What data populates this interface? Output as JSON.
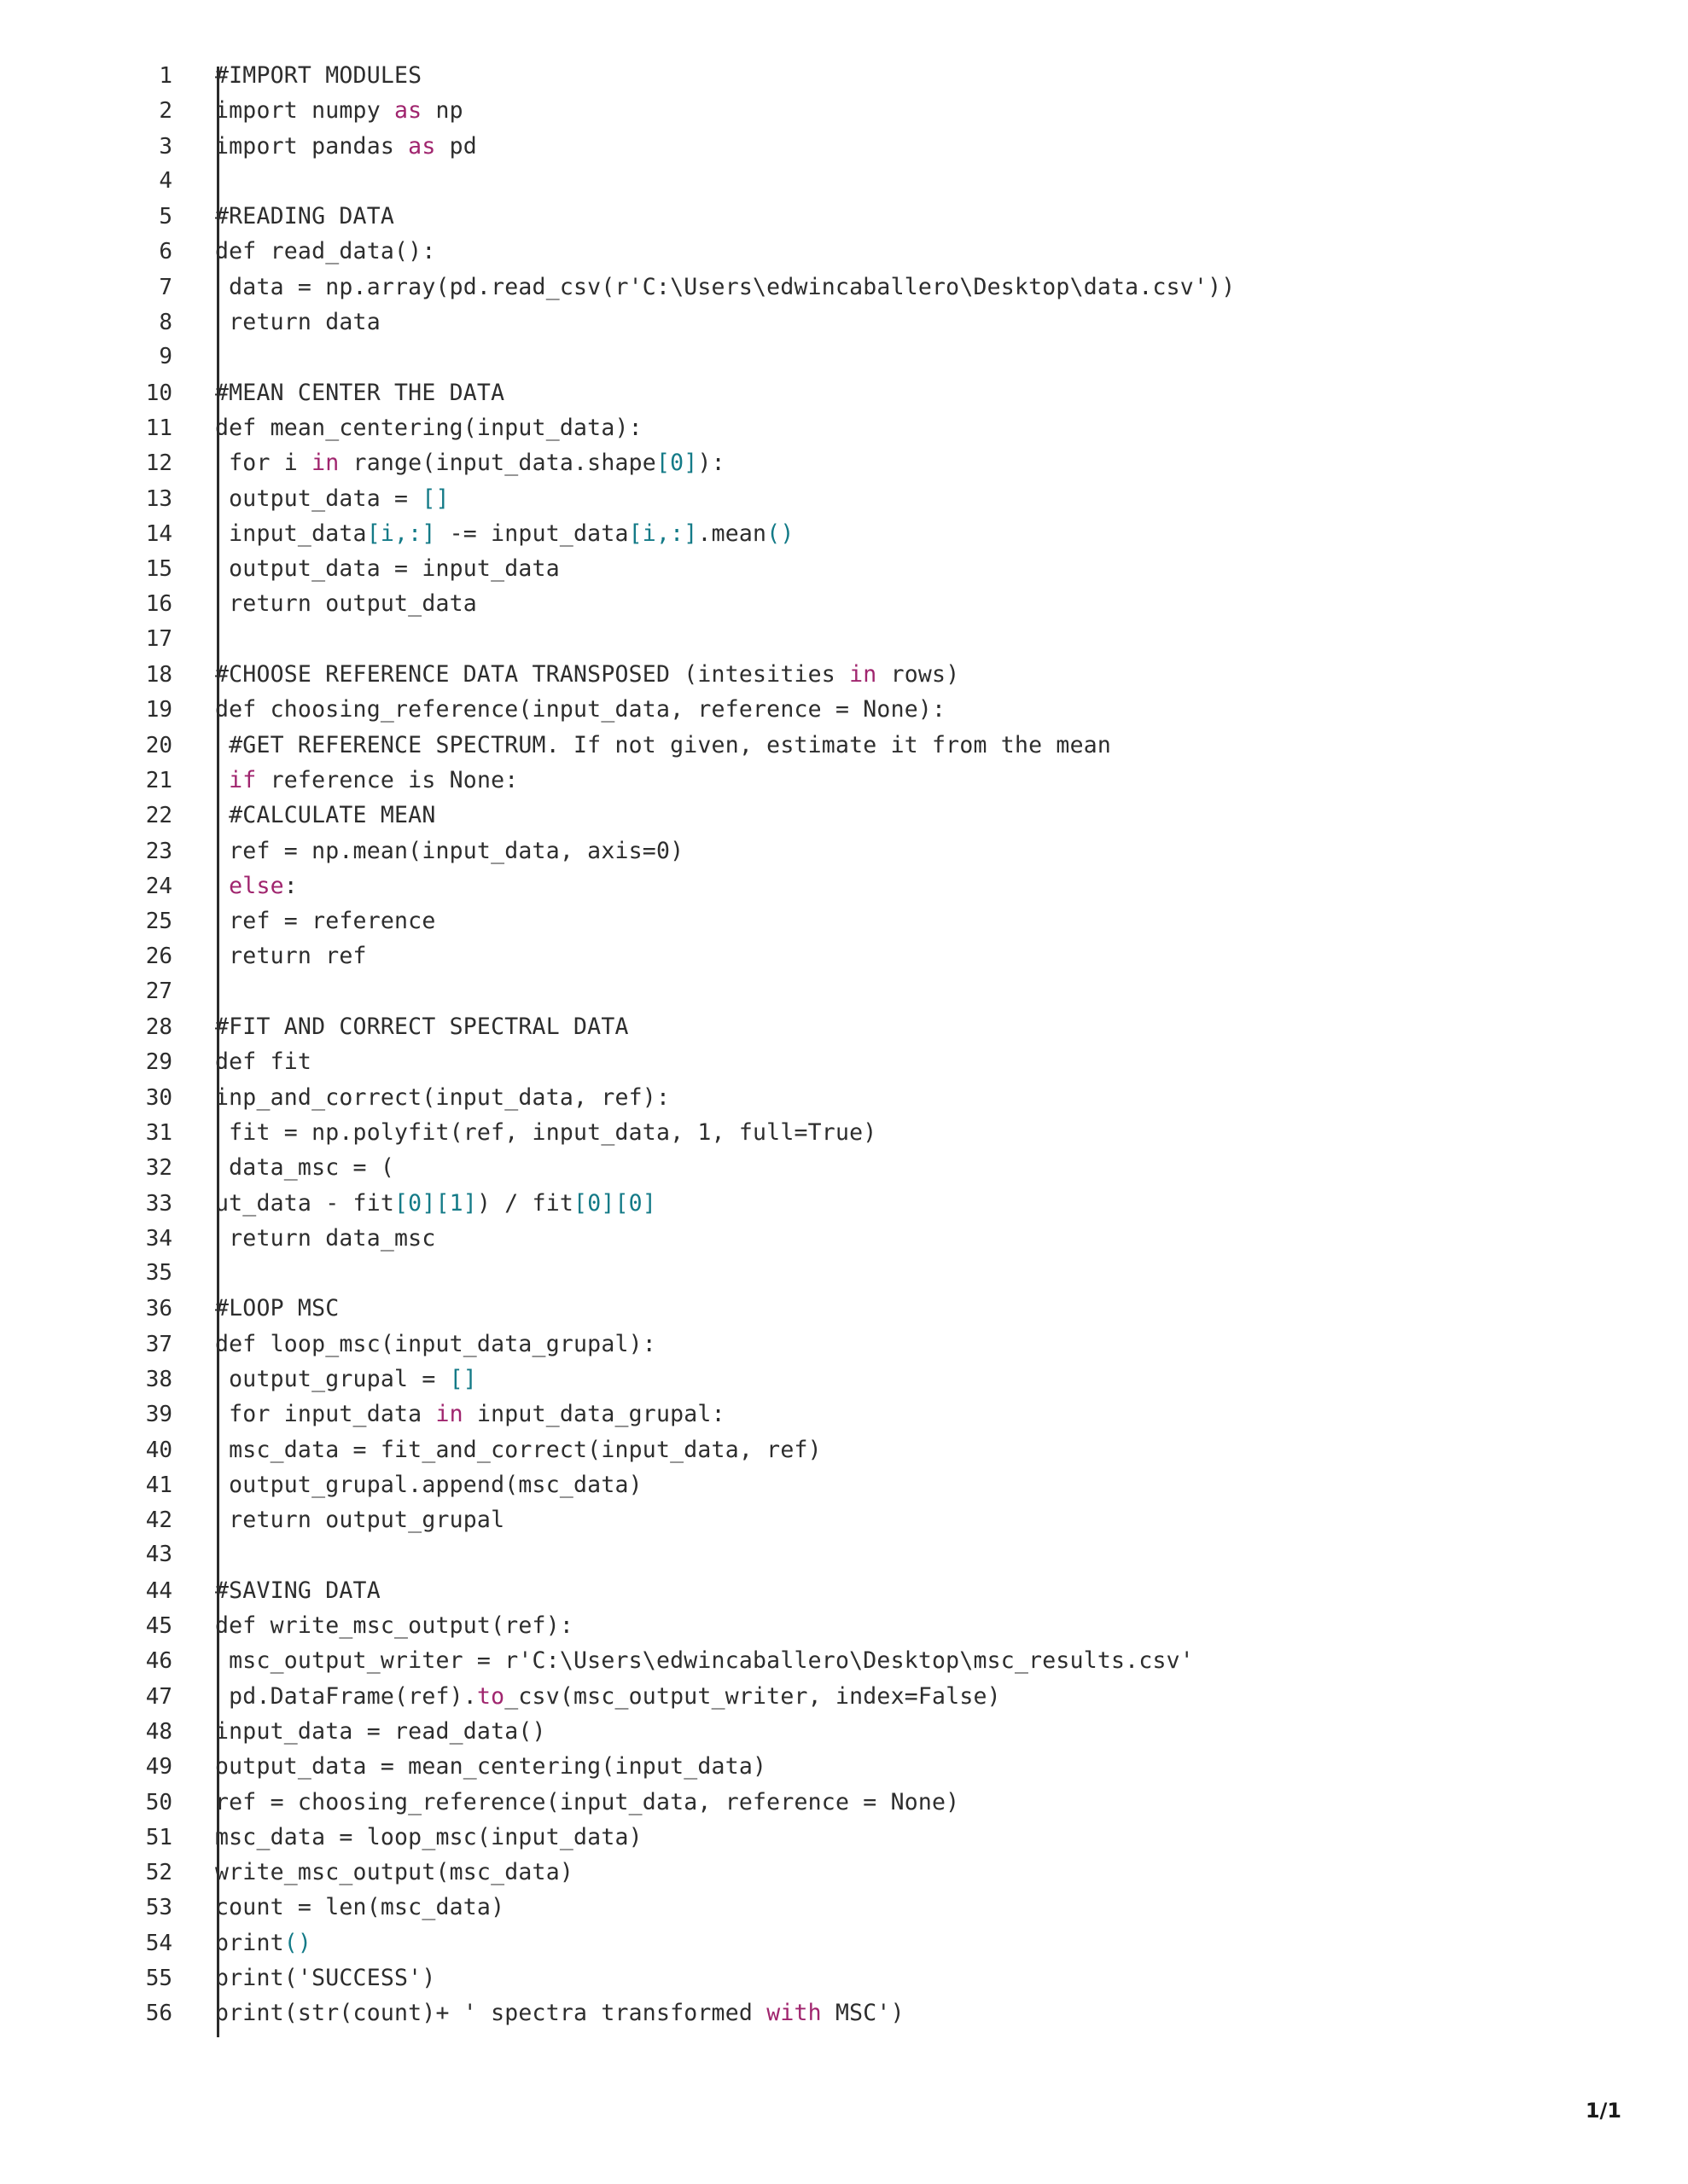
{
  "document": {
    "type": "python-source-listing",
    "page_indicator": "1/1",
    "total_lines": 56,
    "colors": {
      "background": "#ffffff",
      "text": "#2d2d2d",
      "keyword": "#a0256e",
      "number_bracket": "#137a87",
      "gutter_rule": "#2b2b2b",
      "line_number": "#2c2c2c"
    }
  },
  "code": {
    "lines": [
      {
        "n": "1",
        "tokens": [
          {
            "t": "#IMPORT MODULES",
            "c": "plain"
          }
        ]
      },
      {
        "n": "2",
        "tokens": [
          {
            "t": "import numpy ",
            "c": "plain"
          },
          {
            "t": "as",
            "c": "kw"
          },
          {
            "t": " np",
            "c": "plain"
          }
        ]
      },
      {
        "n": "3",
        "tokens": [
          {
            "t": "import pandas ",
            "c": "plain"
          },
          {
            "t": "as",
            "c": "kw"
          },
          {
            "t": " pd",
            "c": "plain"
          }
        ]
      },
      {
        "n": "4",
        "tokens": []
      },
      {
        "n": "5",
        "tokens": [
          {
            "t": "#READING DATA",
            "c": "plain"
          }
        ]
      },
      {
        "n": "6",
        "tokens": [
          {
            "t": "def read_data():",
            "c": "plain"
          }
        ]
      },
      {
        "n": "7",
        "tokens": [
          {
            "t": " data = np.array(pd.read_csv(r'C:\\Users\\edwincaballero\\Desktop\\data.csv'))",
            "c": "plain"
          }
        ]
      },
      {
        "n": "8",
        "tokens": [
          {
            "t": " return data",
            "c": "plain"
          }
        ]
      },
      {
        "n": "9",
        "tokens": []
      },
      {
        "n": "10",
        "tokens": [
          {
            "t": "#MEAN CENTER THE DATA",
            "c": "plain"
          }
        ]
      },
      {
        "n": "11",
        "tokens": [
          {
            "t": "def mean_centering(input_data):",
            "c": "plain"
          }
        ]
      },
      {
        "n": "12",
        "tokens": [
          {
            "t": " for i ",
            "c": "plain"
          },
          {
            "t": "in",
            "c": "kw"
          },
          {
            "t": " range(input_data.shape",
            "c": "plain"
          },
          {
            "t": "[0]",
            "c": "num"
          },
          {
            "t": "):",
            "c": "plain"
          }
        ]
      },
      {
        "n": "13",
        "tokens": [
          {
            "t": " output_data = ",
            "c": "plain"
          },
          {
            "t": "[]",
            "c": "num"
          }
        ]
      },
      {
        "n": "14",
        "tokens": [
          {
            "t": " input_data",
            "c": "plain"
          },
          {
            "t": "[i,:]",
            "c": "num"
          },
          {
            "t": " -= input_data",
            "c": "plain"
          },
          {
            "t": "[i,:]",
            "c": "num"
          },
          {
            "t": ".mean",
            "c": "plain"
          },
          {
            "t": "()",
            "c": "num"
          }
        ]
      },
      {
        "n": "15",
        "tokens": [
          {
            "t": " output_data = input_data",
            "c": "plain"
          }
        ]
      },
      {
        "n": "16",
        "tokens": [
          {
            "t": " return output_data",
            "c": "plain"
          }
        ]
      },
      {
        "n": "17",
        "tokens": []
      },
      {
        "n": "18",
        "tokens": [
          {
            "t": "#CHOOSE REFERENCE DATA TRANSPOSED (intesities ",
            "c": "plain"
          },
          {
            "t": "in",
            "c": "kw"
          },
          {
            "t": " rows)",
            "c": "plain"
          }
        ]
      },
      {
        "n": "19",
        "tokens": [
          {
            "t": "def choosing_reference(input_data, reference = None):",
            "c": "plain"
          }
        ]
      },
      {
        "n": "20",
        "tokens": [
          {
            "t": " #GET REFERENCE SPECTRUM. If not given, estimate it from the mean",
            "c": "plain"
          }
        ]
      },
      {
        "n": "21",
        "tokens": [
          {
            "t": " ",
            "c": "plain"
          },
          {
            "t": "if",
            "c": "kw"
          },
          {
            "t": " reference is None:",
            "c": "plain"
          }
        ]
      },
      {
        "n": "22",
        "tokens": [
          {
            "t": " #CALCULATE MEAN",
            "c": "plain"
          }
        ]
      },
      {
        "n": "23",
        "tokens": [
          {
            "t": " ref = np.mean(input_data, axis=0)",
            "c": "plain"
          }
        ]
      },
      {
        "n": "24",
        "tokens": [
          {
            "t": " ",
            "c": "plain"
          },
          {
            "t": "else",
            "c": "kw"
          },
          {
            "t": ":",
            "c": "plain"
          }
        ]
      },
      {
        "n": "25",
        "tokens": [
          {
            "t": " ref = reference",
            "c": "plain"
          }
        ]
      },
      {
        "n": "26",
        "tokens": [
          {
            "t": " return ref",
            "c": "plain"
          }
        ]
      },
      {
        "n": "27",
        "tokens": []
      },
      {
        "n": "28",
        "tokens": [
          {
            "t": "#FIT AND CORRECT SPECTRAL DATA",
            "c": "plain"
          }
        ]
      },
      {
        "n": "29",
        "tokens": [
          {
            "t": "def fit",
            "c": "plain"
          }
        ]
      },
      {
        "n": "30",
        "tokens": [
          {
            "t": "inp_and_correct(input_data, ref):",
            "c": "plain"
          }
        ]
      },
      {
        "n": "31",
        "tokens": [
          {
            "t": " fit = np.polyfit(ref, input_data, 1, full=True)",
            "c": "plain"
          }
        ]
      },
      {
        "n": "32",
        "tokens": [
          {
            "t": " data_msc = (",
            "c": "plain"
          }
        ]
      },
      {
        "n": "33",
        "tokens": [
          {
            "t": "ut_data - fit",
            "c": "plain"
          },
          {
            "t": "[0][1]",
            "c": "num"
          },
          {
            "t": ") / fit",
            "c": "plain"
          },
          {
            "t": "[0][0]",
            "c": "num"
          }
        ]
      },
      {
        "n": "34",
        "tokens": [
          {
            "t": " return data_msc",
            "c": "plain"
          }
        ]
      },
      {
        "n": "35",
        "tokens": []
      },
      {
        "n": "36",
        "tokens": [
          {
            "t": "#LOOP MSC",
            "c": "plain"
          }
        ]
      },
      {
        "n": "37",
        "tokens": [
          {
            "t": "def loop_msc(input_data_grupal):",
            "c": "plain"
          }
        ]
      },
      {
        "n": "38",
        "tokens": [
          {
            "t": " output_grupal = ",
            "c": "plain"
          },
          {
            "t": "[]",
            "c": "num"
          }
        ]
      },
      {
        "n": "39",
        "tokens": [
          {
            "t": " for input_data ",
            "c": "plain"
          },
          {
            "t": "in",
            "c": "kw"
          },
          {
            "t": " input_data_grupal:",
            "c": "plain"
          }
        ]
      },
      {
        "n": "40",
        "tokens": [
          {
            "t": " msc_data = fit_and_correct(input_data, ref)",
            "c": "plain"
          }
        ]
      },
      {
        "n": "41",
        "tokens": [
          {
            "t": " output_grupal.append(msc_data)",
            "c": "plain"
          }
        ]
      },
      {
        "n": "42",
        "tokens": [
          {
            "t": " return output_grupal",
            "c": "plain"
          }
        ]
      },
      {
        "n": "43",
        "tokens": []
      },
      {
        "n": "44",
        "tokens": [
          {
            "t": "#SAVING DATA",
            "c": "plain"
          }
        ]
      },
      {
        "n": "45",
        "tokens": [
          {
            "t": "def write_msc_output(ref):",
            "c": "plain"
          }
        ]
      },
      {
        "n": "46",
        "tokens": [
          {
            "t": " msc_output_writer = r'C:\\Users\\edwincaballero\\Desktop\\msc_results.csv'",
            "c": "plain"
          }
        ]
      },
      {
        "n": "47",
        "tokens": [
          {
            "t": " pd.DataFrame(ref).",
            "c": "plain"
          },
          {
            "t": "to",
            "c": "kw"
          },
          {
            "t": "_csv(msc_output_writer, index=False)",
            "c": "plain"
          }
        ]
      },
      {
        "n": "48",
        "tokens": [
          {
            "t": "input_data = read_data()",
            "c": "plain"
          }
        ]
      },
      {
        "n": "49",
        "tokens": [
          {
            "t": "output_data = mean_centering(input_data)",
            "c": "plain"
          }
        ]
      },
      {
        "n": "50",
        "tokens": [
          {
            "t": "ref = choosing_reference(input_data, reference = None)",
            "c": "plain"
          }
        ]
      },
      {
        "n": "51",
        "tokens": [
          {
            "t": "msc_data = loop_msc(input_data)",
            "c": "plain"
          }
        ]
      },
      {
        "n": "52",
        "tokens": [
          {
            "t": "write_msc_output(msc_data)",
            "c": "plain"
          }
        ]
      },
      {
        "n": "53",
        "tokens": [
          {
            "t": "count = len(msc_data)",
            "c": "plain"
          }
        ]
      },
      {
        "n": "54",
        "tokens": [
          {
            "t": "print",
            "c": "plain"
          },
          {
            "t": "()",
            "c": "num"
          }
        ]
      },
      {
        "n": "55",
        "tokens": [
          {
            "t": "print('SUCCESS')",
            "c": "plain"
          }
        ]
      },
      {
        "n": "56",
        "tokens": [
          {
            "t": "print(str(count)+ ' spectra transformed ",
            "c": "plain"
          },
          {
            "t": "with",
            "c": "kw"
          },
          {
            "t": " MSC')",
            "c": "plain"
          }
        ]
      }
    ]
  },
  "footer": {
    "page_label": "1/1"
  }
}
